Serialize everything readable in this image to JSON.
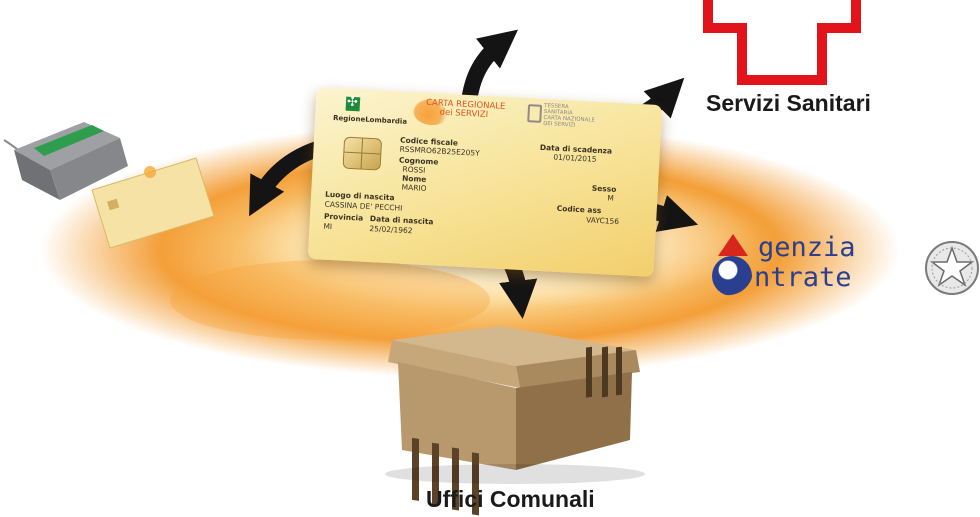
{
  "services": {
    "sanitari_label": "Servizi Sanitari",
    "comunali_label": "Uffici Comunali",
    "agenzia_word1_rest": "genzia",
    "agenzia_word2_rest": "ntrate"
  },
  "card": {
    "region_logo_text": "RegioneLombardia",
    "card_title_line1": "CARTA REGIONALE",
    "card_title_line2": "dei SERVIZI",
    "ts_line1": "TESSERA",
    "ts_line2": "SANITARIA",
    "ts_line3": "CARTA NAZIONALE",
    "ts_line4": "DEI SERVIZI",
    "codice_fiscale_label": "Codice fiscale",
    "codice_fiscale_value": "RSSMRO62B25E205Y",
    "scadenza_label": "Data di scadenza",
    "scadenza_value": "01/01/2015",
    "cognome_label": "Cognome",
    "cognome_value": "ROSSI",
    "nome_label": "Nome",
    "nome_value": "MARIO",
    "sesso_label": "Sesso",
    "sesso_value": "M",
    "luogo_label": "Luogo di nascita",
    "luogo_value": "CASSINA DE' PECCHI",
    "codice_assistito_label": "Codice ass",
    "codice_assistito_value": "VAYC156",
    "provincia_label": "Provincia",
    "provincia_value": "MI",
    "data_nascita_label": "Data di nascita",
    "data_nascita_value": "25/02/1962"
  },
  "colors": {
    "red_cross": "#e3131b",
    "arrow": "#141414",
    "glow_orange": "#f28a1e",
    "agenzia_blue": "#2a3f8f",
    "agenzia_red": "#d9261c",
    "building": "#b89a6e",
    "region_green": "#1c8a3a"
  },
  "icons": {
    "reader": "card-reader-icon",
    "building": "building-icon",
    "cross": "red-cross-icon",
    "emblem": "italian-emblem-icon"
  }
}
